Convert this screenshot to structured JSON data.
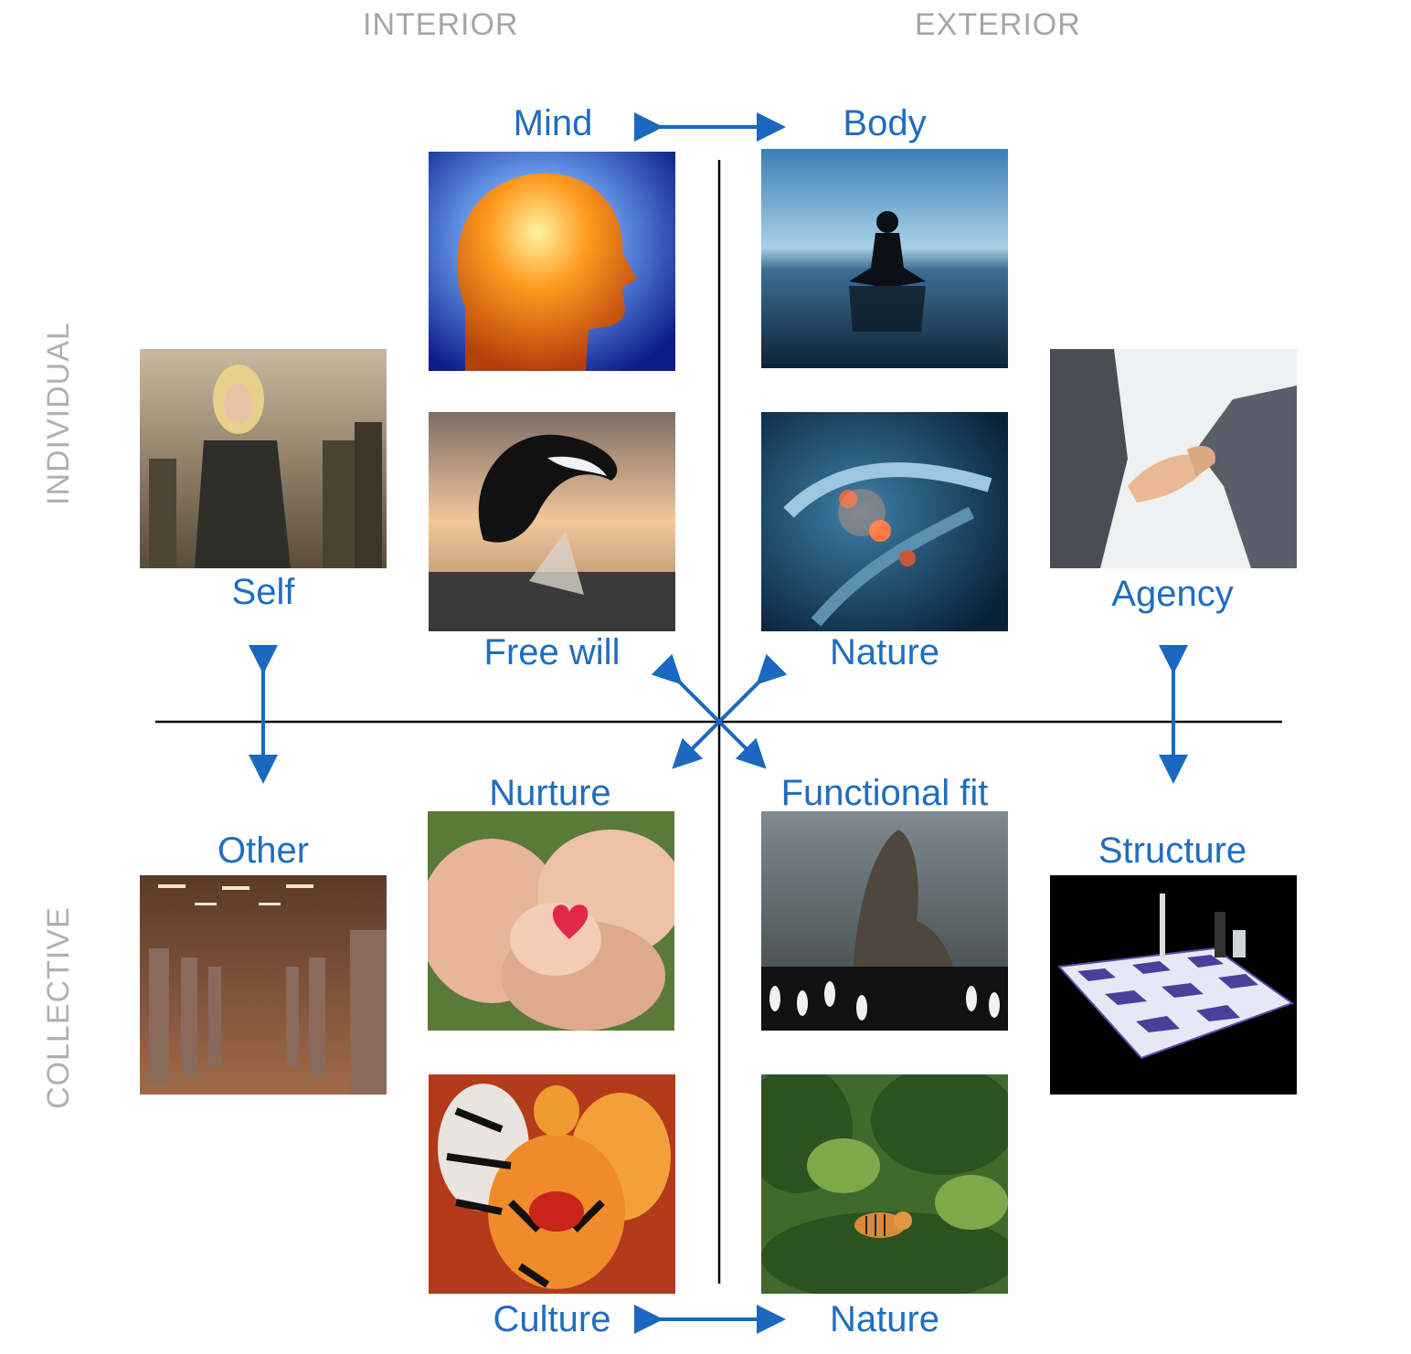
{
  "header": {
    "interior": "INTERIOR",
    "exterior": "EXTERIOR"
  },
  "side": {
    "individual": "INDIVIDUAL",
    "collective": "COLLECTIVE"
  },
  "labels": {
    "mind": "Mind",
    "body": "Body",
    "self": "Self",
    "free_will": "Free will",
    "nature_top": "Nature",
    "agency": "Agency",
    "nurture": "Nurture",
    "functional_fit": "Functional fit",
    "other": "Other",
    "structure": "Structure",
    "culture": "Culture",
    "nature_bottom": "Nature"
  },
  "colors": {
    "label_blue": "#1f6dc0",
    "arrow_blue": "#1a68c0",
    "axis": "#000000",
    "header_gray": "#a6a6a6"
  }
}
